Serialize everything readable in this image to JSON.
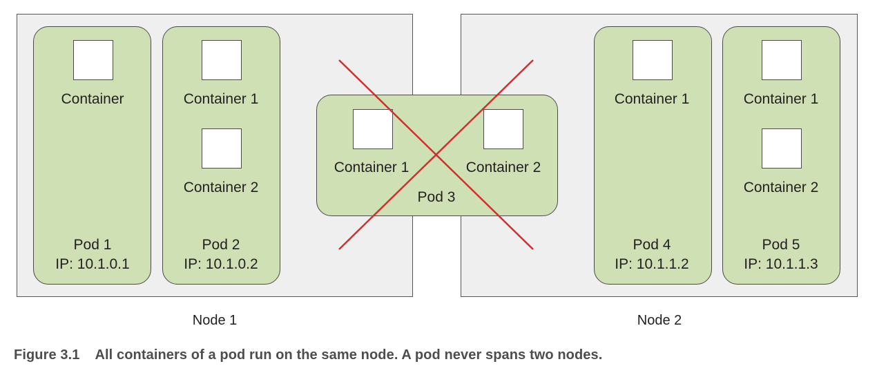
{
  "nodes": [
    {
      "label": "Node 1"
    },
    {
      "label": "Node 2"
    }
  ],
  "pods": [
    {
      "name": "Pod 1",
      "ip": "IP: 10.1.0.1",
      "containers": [
        "Container"
      ]
    },
    {
      "name": "Pod 2",
      "ip": "IP: 10.1.0.2",
      "containers": [
        "Container 1",
        "Container 2"
      ]
    },
    {
      "name": "Pod 3",
      "containers": [
        "Container 1",
        "Container 2"
      ],
      "invalid": true
    },
    {
      "name": "Pod 4",
      "ip": "IP: 10.1.1.2",
      "containers": [
        "Container 1"
      ]
    },
    {
      "name": "Pod 5",
      "ip": "IP: 10.1.1.3",
      "containers": [
        "Container 1",
        "Container 2"
      ]
    }
  ],
  "colors": {
    "node_fill": "#efefef",
    "pod_fill": "#cfe0b4",
    "cross": "#d12f2f",
    "caption": "#4d4d4d"
  },
  "caption": {
    "number": "Figure 3.1",
    "text": "All containers of a pod run on the same node. A pod never spans two nodes."
  }
}
